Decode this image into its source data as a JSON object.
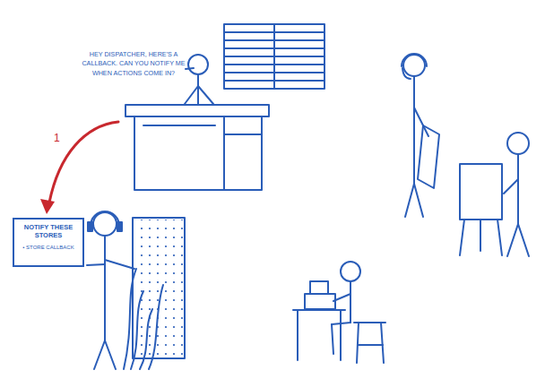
{
  "diagram": {
    "nodes": [
      {
        "text": [
          "NOTIFY THESE STORES",
          "• STORE CALLBACK"
        ]
      }
    ],
    "labels": [
      "HEY DISPATCHER, HERE'S A CALLBACK. CAN YOU NOTIFY ME WHEN ACTIONS COME IN?",
      "1"
    ]
  }
}
